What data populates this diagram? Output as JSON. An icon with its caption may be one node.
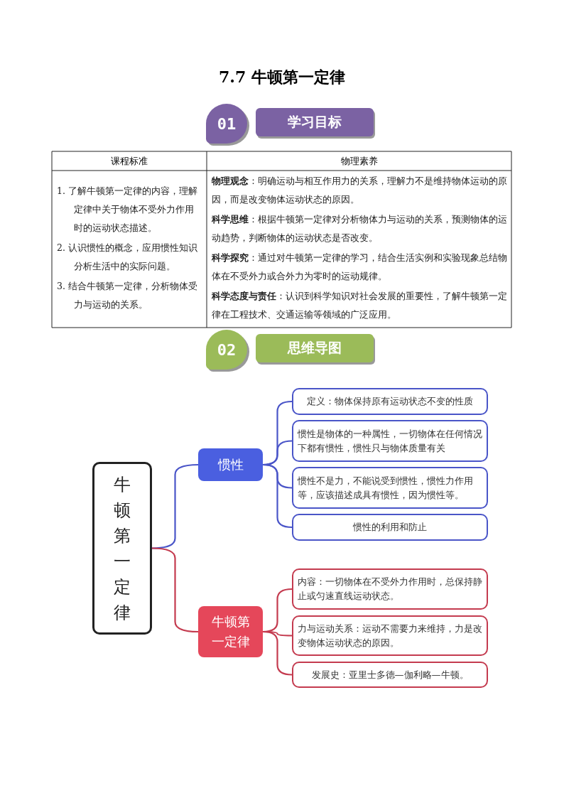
{
  "diagram": {
    "title": "7.7 牛顿第一定律",
    "nodes": [
      {
        "text": [
          "牛顿第一定律"
        ]
      },
      {
        "text": [
          "惯性"
        ]
      },
      {
        "text": [
          "定义：物体保持原有运动状态不变的性质"
        ]
      },
      {
        "text": [
          "惯性是物体的一种属性，一切物体在任何情况下都有惯性，惯性只与物体质量有关"
        ]
      },
      {
        "text": [
          "惯性不是力，不能说受到惯性，惯性力作用等，应该描述成具有惯性，因为惯性等。"
        ]
      },
      {
        "text": [
          "惯性的利用和防止"
        ]
      },
      {
        "text": [
          "牛顿第一定律"
        ]
      },
      {
        "text": [
          "内容：一切物体在不受外力作用时，总保持静止或匀速直线运动状态。"
        ]
      },
      {
        "text": [
          "力与运动关系：运动不需要力来维持，力是改变物体运动状态的原因。"
        ]
      },
      {
        "text": [
          "发展史：亚里士多德—伽利略—牛顿。"
        ]
      }
    ],
    "edges": [
      {
        "from": 0,
        "to": 1,
        "arrow": "none"
      },
      {
        "from": 0,
        "to": 6,
        "arrow": "none",
        "color": "#c43b4f"
      },
      {
        "from": 1,
        "to": 2,
        "arrow": "none"
      },
      {
        "from": 1,
        "to": 3,
        "arrow": "none"
      },
      {
        "from": 1,
        "to": 4,
        "arrow": "none"
      },
      {
        "from": 1,
        "to": 5,
        "arrow": "none"
      },
      {
        "from": 6,
        "to": 7,
        "arrow": "none",
        "color": "#c43b4f"
      },
      {
        "from": 6,
        "to": 8,
        "arrow": "none",
        "color": "#c43b4f"
      },
      {
        "from": 6,
        "to": 9,
        "arrow": "none",
        "color": "#c43b4f"
      }
    ],
    "labels": [
      "01",
      "学习目标",
      "课程标准",
      "物理素养",
      "1. 了解牛顿第一定律的内容，理解定律中关于物体不受外力作用时的运动状态描述。",
      "2. 认识惯性的概念，应用惯性知识分析生活中的实际问题。",
      "3. 结合牛顿第一定律，分析物体受力与运动的关系。",
      "**物理观念**：明确运动与相互作用力的关系，理解力不是维持物体运动的原因，而是改变物体运动状态的原因。",
      "**科学思维**：根据牛顿第一定律对分析物体力与运动的关系，预测物体的运动趋势，判断物体的运动状态是否改变。",
      "**科学探究**：通过对牛顿第一定律的学习，结合生活实例和实验现象总结物体在不受外力或合外力为零时的运动规律。",
      "**科学态度与责任**：认识到科学知识对社会发展的重要性，了解牛顿第一定律在工程技术、交通运输等领域的广泛应用。",
      "02",
      "思维导图"
    ]
  }
}
